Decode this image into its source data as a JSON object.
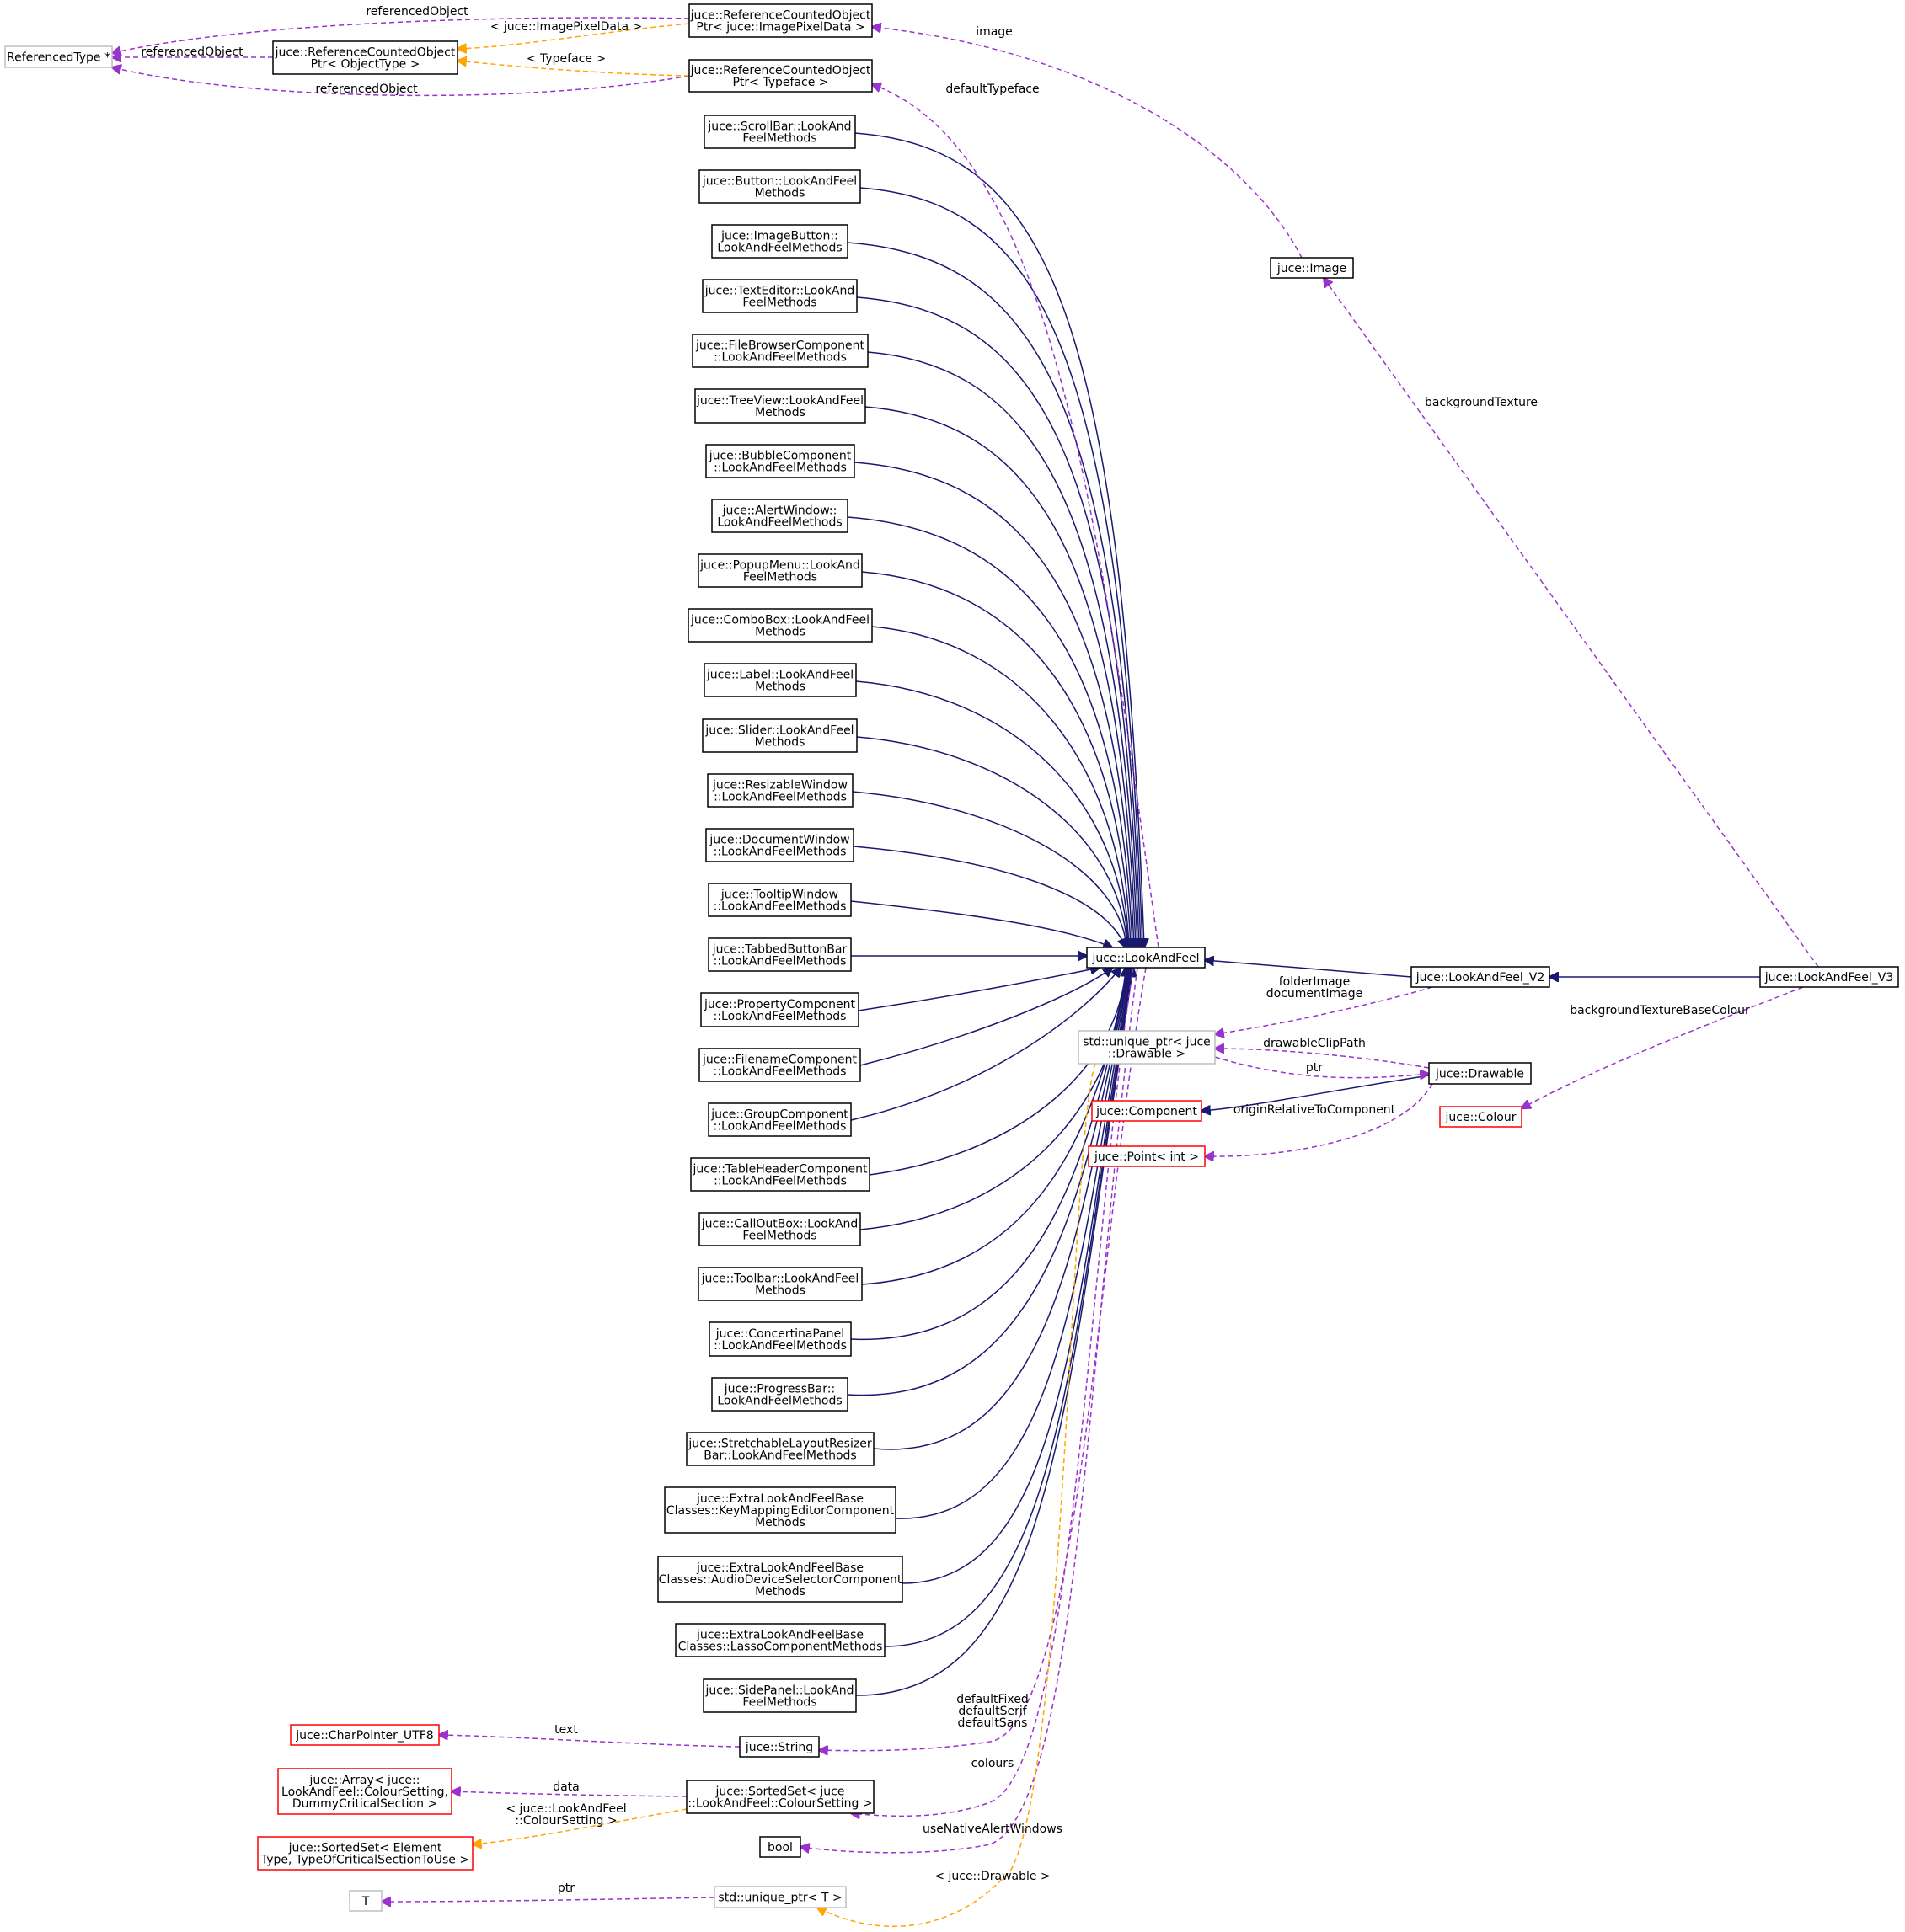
{
  "colors": {
    "inherit_edge": "#191970",
    "usage_edge": "#9a32cd",
    "template_edge": "#ffa500",
    "node_normal": "#000000",
    "node_undocumented": "#bfbfbf",
    "node_truncated": "#ff0000",
    "node_focus_fill": "#bfbfbf"
  },
  "nodes": [
    {
      "id": "n_reftype",
      "lines": [
        "ReferencedType *"
      ],
      "style": "gray"
    },
    {
      "id": "n_rcop_obj",
      "lines": [
        "juce::ReferenceCountedObject",
        "Ptr< ObjectType >"
      ],
      "style": "normal"
    },
    {
      "id": "n_rcop_img",
      "lines": [
        "juce::ReferenceCountedObject",
        "Ptr< juce::ImagePixelData >"
      ],
      "style": "normal"
    },
    {
      "id": "n_rcop_tf",
      "lines": [
        "juce::ReferenceCountedObject",
        "Ptr< Typeface >"
      ],
      "style": "normal"
    },
    {
      "id": "n_image",
      "lines": [
        "juce::Image"
      ],
      "style": "normal"
    },
    {
      "id": "n_scrollbar",
      "lines": [
        "juce::ScrollBar::LookAnd",
        "FeelMethods"
      ],
      "style": "normal"
    },
    {
      "id": "n_button",
      "lines": [
        "juce::Button::LookAndFeel",
        "Methods"
      ],
      "style": "normal"
    },
    {
      "id": "n_imagebutton",
      "lines": [
        "juce::ImageButton::",
        "LookAndFeelMethods"
      ],
      "style": "normal"
    },
    {
      "id": "n_texteditor",
      "lines": [
        "juce::TextEditor::LookAnd",
        "FeelMethods"
      ],
      "style": "normal"
    },
    {
      "id": "n_filebrowser",
      "lines": [
        "juce::FileBrowserComponent",
        "::LookAndFeelMethods"
      ],
      "style": "normal"
    },
    {
      "id": "n_treeview",
      "lines": [
        "juce::TreeView::LookAndFeel",
        "Methods"
      ],
      "style": "normal"
    },
    {
      "id": "n_bubble",
      "lines": [
        "juce::BubbleComponent",
        "::LookAndFeelMethods"
      ],
      "style": "normal"
    },
    {
      "id": "n_alertwindow",
      "lines": [
        "juce::AlertWindow::",
        "LookAndFeelMethods"
      ],
      "style": "normal"
    },
    {
      "id": "n_popupmenu",
      "lines": [
        "juce::PopupMenu::LookAnd",
        "FeelMethods"
      ],
      "style": "normal"
    },
    {
      "id": "n_combobox",
      "lines": [
        "juce::ComboBox::LookAndFeel",
        "Methods"
      ],
      "style": "normal"
    },
    {
      "id": "n_label",
      "lines": [
        "juce::Label::LookAndFeel",
        "Methods"
      ],
      "style": "normal"
    },
    {
      "id": "n_slider",
      "lines": [
        "juce::Slider::LookAndFeel",
        "Methods"
      ],
      "style": "normal"
    },
    {
      "id": "n_resizable",
      "lines": [
        "juce::ResizableWindow",
        "::LookAndFeelMethods"
      ],
      "style": "normal"
    },
    {
      "id": "n_document",
      "lines": [
        "juce::DocumentWindow",
        "::LookAndFeelMethods"
      ],
      "style": "normal"
    },
    {
      "id": "n_tooltip",
      "lines": [
        "juce::TooltipWindow",
        "::LookAndFeelMethods"
      ],
      "style": "normal"
    },
    {
      "id": "n_tabbed",
      "lines": [
        "juce::TabbedButtonBar",
        "::LookAndFeelMethods"
      ],
      "style": "normal"
    },
    {
      "id": "n_property",
      "lines": [
        "juce::PropertyComponent",
        "::LookAndFeelMethods"
      ],
      "style": "normal"
    },
    {
      "id": "n_filename",
      "lines": [
        "juce::FilenameComponent",
        "::LookAndFeelMethods"
      ],
      "style": "normal"
    },
    {
      "id": "n_group",
      "lines": [
        "juce::GroupComponent",
        "::LookAndFeelMethods"
      ],
      "style": "normal"
    },
    {
      "id": "n_tableheader",
      "lines": [
        "juce::TableHeaderComponent",
        "::LookAndFeelMethods"
      ],
      "style": "normal"
    },
    {
      "id": "n_callout",
      "lines": [
        "juce::CallOutBox::LookAnd",
        "FeelMethods"
      ],
      "style": "normal"
    },
    {
      "id": "n_toolbar",
      "lines": [
        "juce::Toolbar::LookAndFeel",
        "Methods"
      ],
      "style": "normal"
    },
    {
      "id": "n_concertina",
      "lines": [
        "juce::ConcertinaPanel",
        "::LookAndFeelMethods"
      ],
      "style": "normal"
    },
    {
      "id": "n_progress",
      "lines": [
        "juce::ProgressBar::",
        "LookAndFeelMethods"
      ],
      "style": "normal"
    },
    {
      "id": "n_stretch",
      "lines": [
        "juce::StretchableLayoutResizer",
        "Bar::LookAndFeelMethods"
      ],
      "style": "normal"
    },
    {
      "id": "n_keymap",
      "lines": [
        "juce::ExtraLookAndFeelBase",
        "Classes::KeyMappingEditorComponent",
        "Methods"
      ],
      "style": "normal"
    },
    {
      "id": "n_audiodev",
      "lines": [
        "juce::ExtraLookAndFeelBase",
        "Classes::AudioDeviceSelectorComponent",
        "Methods"
      ],
      "style": "normal"
    },
    {
      "id": "n_lasso",
      "lines": [
        "juce::ExtraLookAndFeelBase",
        "Classes::LassoComponentMethods"
      ],
      "style": "normal"
    },
    {
      "id": "n_sidepanel",
      "lines": [
        "juce::SidePanel::LookAnd",
        "FeelMethods"
      ],
      "style": "normal"
    },
    {
      "id": "n_laf",
      "lines": [
        "juce::LookAndFeel"
      ],
      "style": "normal"
    },
    {
      "id": "n_laf_v2",
      "lines": [
        "juce::LookAndFeel_V2"
      ],
      "style": "normal"
    },
    {
      "id": "n_laf_v3",
      "lines": [
        "juce::LookAndFeel_V3"
      ],
      "style": "focus"
    },
    {
      "id": "n_uptr_drawable",
      "lines": [
        "std::unique_ptr< juce",
        "::Drawable >"
      ],
      "style": "gray"
    },
    {
      "id": "n_drawable",
      "lines": [
        "juce::Drawable"
      ],
      "style": "normal"
    },
    {
      "id": "n_component",
      "lines": [
        "juce::Component"
      ],
      "style": "red"
    },
    {
      "id": "n_point",
      "lines": [
        "juce::Point< int >"
      ],
      "style": "red"
    },
    {
      "id": "n_colour",
      "lines": [
        "juce::Colour"
      ],
      "style": "red"
    },
    {
      "id": "n_charptr",
      "lines": [
        "juce::CharPointer_UTF8"
      ],
      "style": "red"
    },
    {
      "id": "n_string",
      "lines": [
        "juce::String"
      ],
      "style": "normal"
    },
    {
      "id": "n_array",
      "lines": [
        "juce::Array< juce::",
        "LookAndFeel::ColourSetting,",
        "DummyCriticalSection >"
      ],
      "style": "red"
    },
    {
      "id": "n_sortedset_cs",
      "lines": [
        "juce::SortedSet< juce",
        "::LookAndFeel::ColourSetting >"
      ],
      "style": "normal"
    },
    {
      "id": "n_sortedset_el",
      "lines": [
        "juce::SortedSet< Element",
        "Type, TypeOfCriticalSectionToUse >"
      ],
      "style": "red"
    },
    {
      "id": "n_bool",
      "lines": [
        "bool"
      ],
      "style": "normal"
    },
    {
      "id": "n_T",
      "lines": [
        "T"
      ],
      "style": "gray"
    },
    {
      "id": "n_uptr_T",
      "lines": [
        "std::unique_ptr< T >"
      ],
      "style": "gray"
    }
  ],
  "edges": [
    {
      "id": "e_inh_scrollbar",
      "kind": "inherit",
      "label_lines": []
    },
    {
      "id": "e_inh_button",
      "kind": "inherit",
      "label_lines": []
    },
    {
      "id": "e_inh_imagebutton",
      "kind": "inherit",
      "label_lines": []
    },
    {
      "id": "e_inh_texteditor",
      "kind": "inherit",
      "label_lines": []
    },
    {
      "id": "e_inh_filebrowser",
      "kind": "inherit",
      "label_lines": []
    },
    {
      "id": "e_inh_treeview",
      "kind": "inherit",
      "label_lines": []
    },
    {
      "id": "e_inh_bubble",
      "kind": "inherit",
      "label_lines": []
    },
    {
      "id": "e_inh_alertwindow",
      "kind": "inherit",
      "label_lines": []
    },
    {
      "id": "e_inh_popupmenu",
      "kind": "inherit",
      "label_lines": []
    },
    {
      "id": "e_inh_combobox",
      "kind": "inherit",
      "label_lines": []
    },
    {
      "id": "e_inh_label",
      "kind": "inherit",
      "label_lines": []
    },
    {
      "id": "e_inh_slider",
      "kind": "inherit",
      "label_lines": []
    },
    {
      "id": "e_inh_resizable",
      "kind": "inherit",
      "label_lines": []
    },
    {
      "id": "e_inh_document",
      "kind": "inherit",
      "label_lines": []
    },
    {
      "id": "e_inh_tooltip",
      "kind": "inherit",
      "label_lines": []
    },
    {
      "id": "e_inh_tabbed",
      "kind": "inherit",
      "label_lines": []
    },
    {
      "id": "e_inh_property",
      "kind": "inherit",
      "label_lines": []
    },
    {
      "id": "e_inh_filename",
      "kind": "inherit",
      "label_lines": []
    },
    {
      "id": "e_inh_group",
      "kind": "inherit",
      "label_lines": []
    },
    {
      "id": "e_inh_tableheader",
      "kind": "inherit",
      "label_lines": []
    },
    {
      "id": "e_inh_callout",
      "kind": "inherit",
      "label_lines": []
    },
    {
      "id": "e_inh_toolbar",
      "kind": "inherit",
      "label_lines": []
    },
    {
      "id": "e_inh_concertina",
      "kind": "inherit",
      "label_lines": []
    },
    {
      "id": "e_inh_progress",
      "kind": "inherit",
      "label_lines": []
    },
    {
      "id": "e_inh_stretch",
      "kind": "inherit",
      "label_lines": []
    },
    {
      "id": "e_inh_keymap",
      "kind": "inherit",
      "label_lines": []
    },
    {
      "id": "e_inh_audiodev",
      "kind": "inherit",
      "label_lines": []
    },
    {
      "id": "e_inh_lasso",
      "kind": "inherit",
      "label_lines": []
    },
    {
      "id": "e_inh_sidepanel",
      "kind": "inherit",
      "label_lines": []
    },
    {
      "id": "e_inh_laf_v2",
      "kind": "inherit",
      "label_lines": []
    },
    {
      "id": "e_inh_laf_v3",
      "kind": "inherit",
      "label_lines": []
    },
    {
      "id": "e_inh_component",
      "kind": "inherit",
      "label_lines": []
    },
    {
      "id": "e_use_refobj_img",
      "kind": "usage",
      "label_lines": [
        "referencedObject"
      ]
    },
    {
      "id": "e_use_refobj_obj",
      "kind": "usage",
      "label_lines": [
        "referencedObject"
      ]
    },
    {
      "id": "e_use_refobj_tf",
      "kind": "usage",
      "label_lines": [
        "referencedObject"
      ]
    },
    {
      "id": "e_tmpl_img",
      "kind": "template",
      "label_lines": [
        "< juce::ImagePixelData >"
      ]
    },
    {
      "id": "e_tmpl_tf",
      "kind": "template",
      "label_lines": [
        "< Typeface >"
      ]
    },
    {
      "id": "e_use_image",
      "kind": "usage",
      "label_lines": [
        "image"
      ]
    },
    {
      "id": "e_use_deftf",
      "kind": "usage",
      "label_lines": [
        "defaultTypeface"
      ]
    },
    {
      "id": "e_use_bgtex",
      "kind": "usage",
      "label_lines": [
        "backgroundTexture"
      ]
    },
    {
      "id": "e_use_folder",
      "kind": "usage",
      "label_lines": [
        "folderImage",
        "documentImage"
      ]
    },
    {
      "id": "e_use_clip",
      "kind": "usage",
      "label_lines": [
        "drawableClipPath"
      ]
    },
    {
      "id": "e_use_ptr_drawable",
      "kind": "usage",
      "label_lines": [
        "ptr"
      ]
    },
    {
      "id": "e_use_origin",
      "kind": "usage",
      "label_lines": [
        "originRelativeToComponent"
      ]
    },
    {
      "id": "e_use_bgcolour",
      "kind": "usage",
      "label_lines": [
        "backgroundTextureBaseColour"
      ]
    },
    {
      "id": "e_use_text",
      "kind": "usage",
      "label_lines": [
        "text"
      ]
    },
    {
      "id": "e_use_fonts",
      "kind": "usage",
      "label_lines": [
        "defaultFixed",
        "defaultSerif",
        "defaultSans"
      ]
    },
    {
      "id": "e_use_data",
      "kind": "usage",
      "label_lines": [
        "data"
      ]
    },
    {
      "id": "e_use_colours",
      "kind": "usage",
      "label_lines": [
        "colours"
      ]
    },
    {
      "id": "e_tmpl_cs",
      "kind": "template",
      "label_lines": [
        "< juce::LookAndFeel",
        "::ColourSetting >"
      ]
    },
    {
      "id": "e_use_nativealert",
      "kind": "usage",
      "label_lines": [
        "useNativeAlertWindows"
      ]
    },
    {
      "id": "e_use_ptr_T",
      "kind": "usage",
      "label_lines": [
        "ptr"
      ]
    },
    {
      "id": "e_tmpl_drawable",
      "kind": "template",
      "label_lines": [
        "< juce::Drawable >"
      ]
    }
  ]
}
